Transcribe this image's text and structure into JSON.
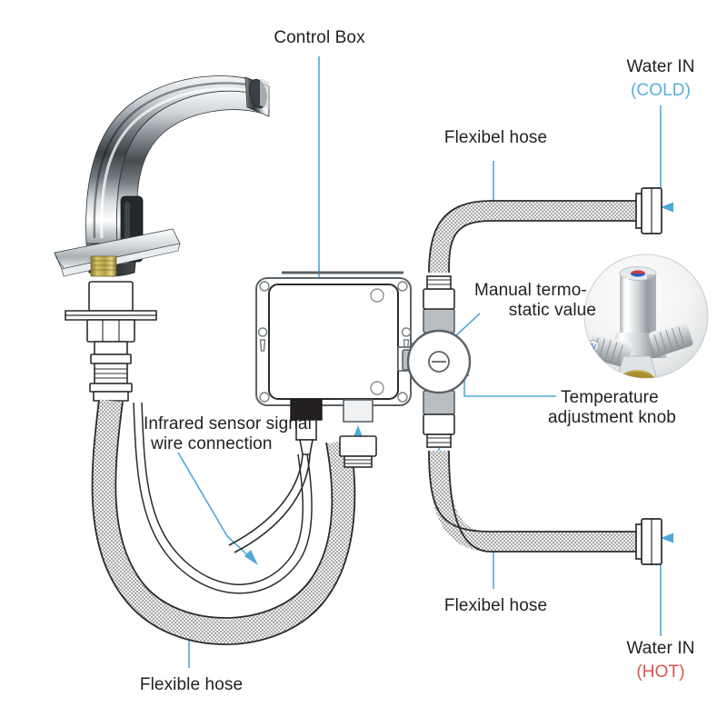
{
  "diagram": {
    "title": "Sensor faucet installation diagram",
    "accent_leader_color": "#4fa8d8",
    "label_color": "#231f20",
    "cold_color": "#5aaede",
    "hot_color": "#d9534f",
    "background": "#ffffff"
  },
  "labels": {
    "control_box": "Control Box",
    "water_in_top": "Water IN",
    "water_in_top_state": "(COLD)",
    "water_in_bottom": "Water IN",
    "water_in_bottom_state": "(HOT)",
    "flexibel_hose_top": "Flexibel hose",
    "flexibel_hose_bottom": "Flexibel hose",
    "flexible_hose_left": "Flexible hose",
    "manual_valve_line1": "Manual termo-",
    "manual_valve_line2": "static value",
    "temp_knob_line1": "Temperature",
    "temp_knob_line2": "adjustment knob",
    "infrared_line1": "Infrared sensor signal",
    "infrared_line2": "wire connection"
  },
  "components": {
    "faucet": "chrome sensor faucet",
    "control_box": "wall mounted control box",
    "mixing_valve": "manual thermostatic mixing valve",
    "inset_photo": "thermostatic valve photo inset",
    "hoses": [
      "braided flexible hose to faucet",
      "braided flexible hose cold inlet",
      "braided flexible hose hot inlet"
    ],
    "sensor_cable": "infrared sensor signal wire"
  }
}
